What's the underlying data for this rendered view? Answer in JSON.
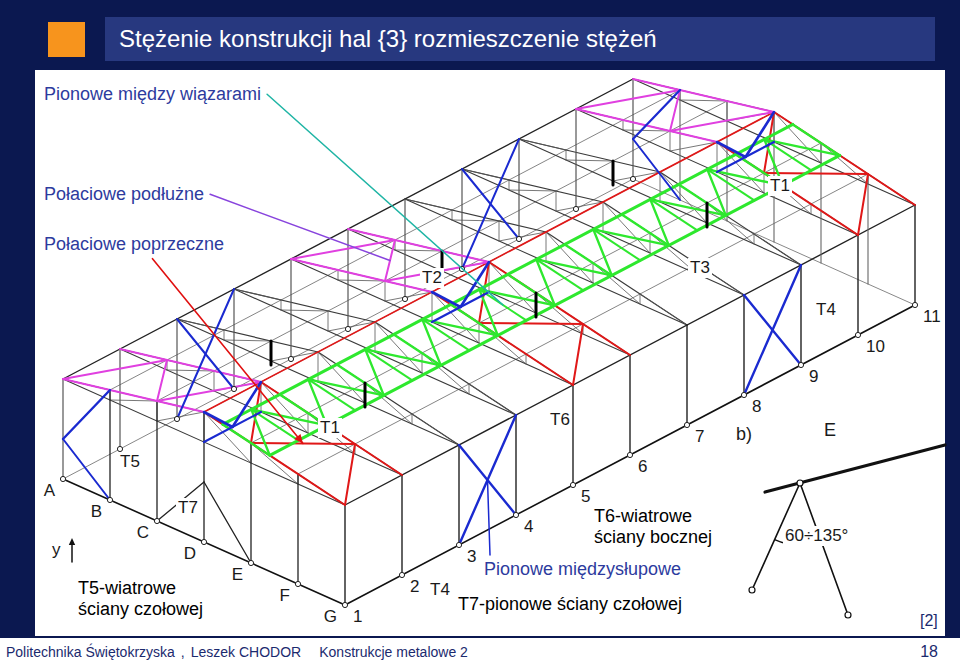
{
  "diagram": {
    "title": "Stężenie konstrukcji hal {3} rozmieszczenie stężeń",
    "labels": [
      "Pionowe między wiązarami",
      "Połaciowe podłużne",
      "Połaciowe poprzeczne",
      "T1",
      "T2",
      "T3",
      "11",
      "10",
      "T4",
      "9",
      "8",
      "7",
      "T1",
      "T6",
      "6",
      "b)",
      "E",
      "T5",
      "A",
      "B",
      "C",
      "T7",
      "4",
      "3",
      "D",
      "y",
      "60÷135°",
      "E",
      "2",
      "F",
      "1",
      "G",
      "T4",
      "5",
      "T6-wiatrowe ściany bocznej",
      "Pionowe międzysłupowe",
      "T5-wiatrowe ściany czołowej",
      "T7-pionowe ściany czołowej",
      "[2]",
      "Politechnika Świętokrzyska",
      ",",
      "Leszek CHODOR",
      "Konstrukcje metalowe 2",
      "18"
    ]
  }
}
